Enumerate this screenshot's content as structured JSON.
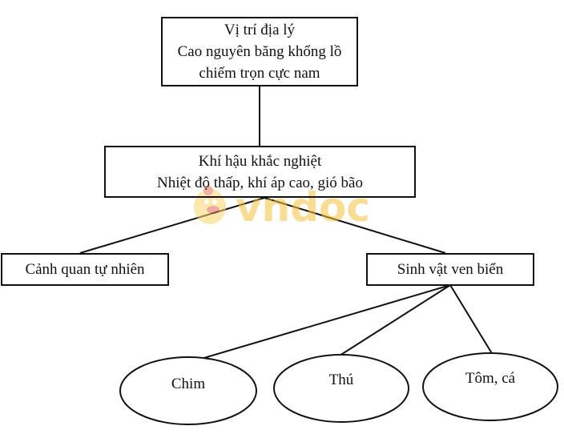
{
  "diagram": {
    "top_box": {
      "lines": [
        "Vị trí địa lý",
        "Cao nguyên băng khổng lồ",
        "chiếm trọn cực nam"
      ]
    },
    "middle_box": {
      "lines": [
        "Khí hậu khắc nghiệt",
        "Nhiệt độ thấp, khí áp cao, gió bão"
      ]
    },
    "left_box": {
      "label": "Cảnh quan tự nhiên"
    },
    "right_box": {
      "label": "Sinh vật ven biển"
    },
    "ellipses": [
      {
        "label": "Chim"
      },
      {
        "label": "Thú"
      },
      {
        "label": "Tôm, cá"
      }
    ],
    "watermark": {
      "text": "vndoc",
      "color": "#f5c23a"
    },
    "colors": {
      "line": "#111111",
      "background": "#ffffff"
    }
  }
}
